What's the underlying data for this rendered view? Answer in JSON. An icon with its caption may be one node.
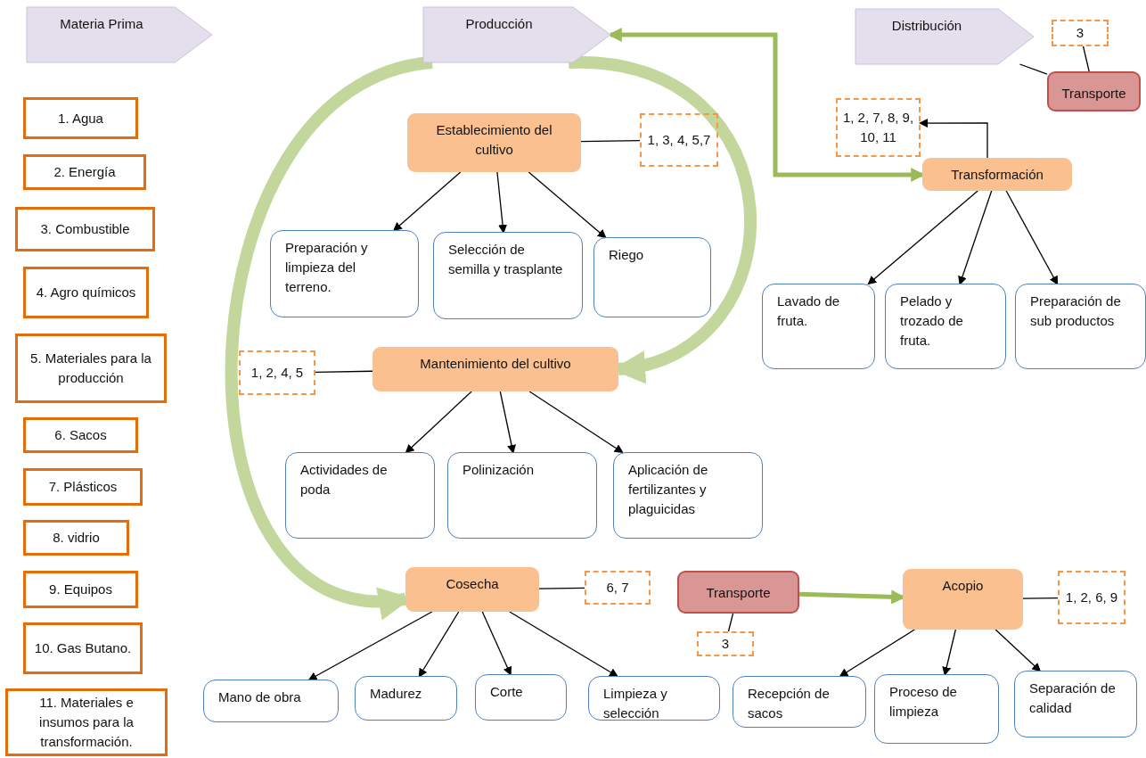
{
  "diagram": {
    "nodes": [
      {
        "text": [
          "Materia Prima"
        ]
      },
      {
        "text": [
          "1. Agua"
        ]
      },
      {
        "text": [
          "2. Energía"
        ]
      },
      {
        "text": [
          "3. Combustible"
        ]
      },
      {
        "text": [
          "4. Agro químicos"
        ]
      },
      {
        "text": [
          "5. Materiales para la producción"
        ]
      },
      {
        "text": [
          "6. Sacos"
        ]
      },
      {
        "text": [
          "7. Plásticos"
        ]
      },
      {
        "text": [
          "8. vidrio"
        ]
      },
      {
        "text": [
          "9. Equipos"
        ]
      },
      {
        "text": [
          "10. Gas Butano."
        ]
      },
      {
        "text": [
          "11. Materiales e insumos para la transformación."
        ]
      },
      {
        "text": [
          "Producción"
        ]
      },
      {
        "text": [
          "Distribución"
        ]
      },
      {
        "text": [
          "3"
        ]
      },
      {
        "text": [
          "Transporte"
        ]
      },
      {
        "text": [
          "1, 2, 7, 8, 9, 10, 11"
        ]
      },
      {
        "text": [
          "Transformación"
        ]
      },
      {
        "text": [
          "Lavado de fruta."
        ]
      },
      {
        "text": [
          "Pelado y trozado de fruta."
        ]
      },
      {
        "text": [
          "Preparación de sub productos"
        ]
      },
      {
        "text": [
          "Establecimiento del cultivo"
        ]
      },
      {
        "text": [
          "1, 3, 4, 5,7"
        ]
      },
      {
        "text": [
          "Preparación y limpieza del terreno."
        ]
      },
      {
        "text": [
          "Selección de semilla y trasplante"
        ]
      },
      {
        "text": [
          "Riego"
        ]
      },
      {
        "text": [
          "1, 2, 4, 5"
        ]
      },
      {
        "text": [
          "Mantenimiento del cultivo"
        ]
      },
      {
        "text": [
          "Actividades de poda"
        ]
      },
      {
        "text": [
          "Polinización"
        ]
      },
      {
        "text": [
          "Aplicación de fertilizantes y plaguicidas"
        ]
      },
      {
        "text": [
          "Cosecha"
        ]
      },
      {
        "text": [
          "6, 7"
        ]
      },
      {
        "text": [
          "Transporte"
        ]
      },
      {
        "text": [
          "3"
        ]
      },
      {
        "text": [
          "Acopio"
        ]
      },
      {
        "text": [
          "1, 2, 6, 9"
        ]
      },
      {
        "text": [
          "Mano de obra"
        ]
      },
      {
        "text": [
          "Madurez"
        ]
      },
      {
        "text": [
          "Corte"
        ]
      },
      {
        "text": [
          "Limpieza y selección"
        ]
      },
      {
        "text": [
          "Recepción de sacos"
        ]
      },
      {
        "text": [
          "Proceso de limpieza"
        ]
      },
      {
        "text": [
          "Separación de calidad"
        ]
      }
    ],
    "edges": [
      {
        "from": 13,
        "to": 15,
        "arrow": "none"
      },
      {
        "from": 14,
        "to": 15,
        "arrow": "none"
      },
      {
        "from": 12,
        "to": 17,
        "arrow": "both",
        "style": "thick",
        "color": "#9bbb59"
      },
      {
        "from": 17,
        "to": 16,
        "arrow": "to"
      },
      {
        "from": 17,
        "to": 18,
        "arrow": "to"
      },
      {
        "from": 17,
        "to": 19,
        "arrow": "to"
      },
      {
        "from": 17,
        "to": 20,
        "arrow": "to"
      },
      {
        "from": 21,
        "to": 22,
        "arrow": "none"
      },
      {
        "from": 21,
        "to": 23,
        "arrow": "to"
      },
      {
        "from": 21,
        "to": 24,
        "arrow": "to"
      },
      {
        "from": 21,
        "to": 25,
        "arrow": "to"
      },
      {
        "from": 27,
        "to": 26,
        "arrow": "none"
      },
      {
        "from": 27,
        "to": 28,
        "arrow": "to"
      },
      {
        "from": 27,
        "to": 29,
        "arrow": "to"
      },
      {
        "from": 27,
        "to": 30,
        "arrow": "to"
      },
      {
        "from": 12,
        "to": 31,
        "arrow": "to",
        "style": "thick",
        "color": "#c3d69b"
      },
      {
        "from": 12,
        "to": 27,
        "arrow": "to",
        "style": "thick",
        "color": "#c3d69b"
      },
      {
        "from": 31,
        "to": 32,
        "arrow": "none"
      },
      {
        "from": 31,
        "to": 37,
        "arrow": "to"
      },
      {
        "from": 31,
        "to": 38,
        "arrow": "to"
      },
      {
        "from": 31,
        "to": 39,
        "arrow": "to"
      },
      {
        "from": 31,
        "to": 40,
        "arrow": "to"
      },
      {
        "from": 33,
        "to": 35,
        "arrow": "to",
        "style": "thick",
        "color": "#9bbb59"
      },
      {
        "from": 33,
        "to": 34,
        "arrow": "none"
      },
      {
        "from": 35,
        "to": 36,
        "arrow": "none"
      },
      {
        "from": 35,
        "to": 41,
        "arrow": "to"
      },
      {
        "from": 35,
        "to": 42,
        "arrow": "to"
      },
      {
        "from": 35,
        "to": 43,
        "arrow": "to"
      }
    ]
  }
}
